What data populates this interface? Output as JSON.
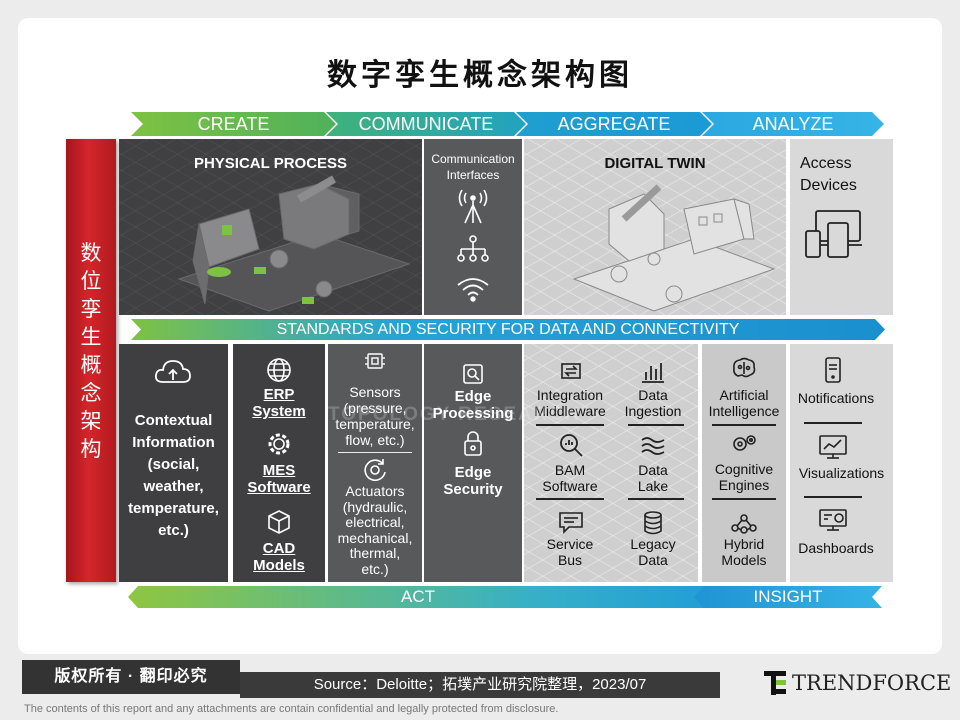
{
  "title": "数字孪生概念架构图",
  "side_label": "数位孪生概念架构",
  "top_stages": [
    "CREATE",
    "COMMUNICATE",
    "AGGREGATE",
    "ANALYZE"
  ],
  "top_panels": {
    "physical": "PHYSICAL PROCESS",
    "comm": "Communication\nInterfaces",
    "twin": "DIGITAL TWIN",
    "access": "Access\nDevices"
  },
  "middle_band": "STANDARDS AND SECURITY FOR DATA AND CONNECTIVITY",
  "bottom": {
    "contextual": "Contextual\nInformation\n(social,\nweather,\ntemperature,\netc.)",
    "erp": "ERP\nSystem",
    "mes": "MES\nSoftware",
    "cad": "CAD\nModels",
    "sensors": "Sensors\n(pressure,\ntemperature,\nflow, etc.)",
    "actuators": "Actuators\n(hydraulic,\nelectrical,\nmechanical,\nthermal,\netc.)",
    "edge_processing": "Edge\nProcessing",
    "edge_security": "Edge\nSecurity",
    "integration": "Integration\nMiddleware",
    "bam": "BAM\nSoftware",
    "service_bus": "Service\nBus",
    "data_ingestion": "Data\nIngestion",
    "data_lake": "Data\nLake",
    "legacy_data": "Legacy\nData",
    "ai": "Artificial\nIntelligence",
    "cognitive": "Cognitive\nEngines",
    "hybrid": "Hybrid\nModels",
    "notifications": "Notifications",
    "visualizations": "Visualizations",
    "dashboards": "Dashboards"
  },
  "bottom_bands": {
    "act": "ACT",
    "insight": "INSIGHT"
  },
  "footer": {
    "copyright": "版权所有 · 翻印必究",
    "source": "Source：Deloitte；拓墣产业研究院整理，2023/07",
    "disclaimer": "The contents of this report and any attachments are contain confidential and legally protected from disclosure.",
    "logo": "TRENDFORCE"
  },
  "watermark": "TOPOLOGY RESEARCH",
  "colors": {
    "red": "#c8202a",
    "green": "#7ec242",
    "blue": "#27a3d6",
    "dark": "#3f3f41",
    "grey": "#cfcfcf"
  }
}
